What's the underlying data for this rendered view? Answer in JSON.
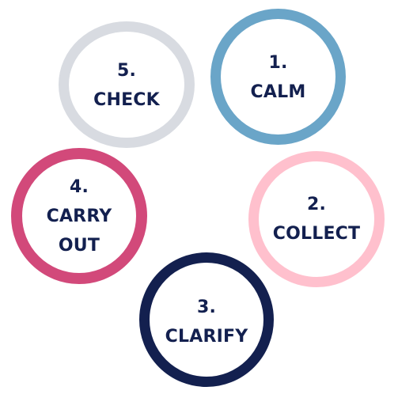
{
  "colors": {
    "text": "#13204f",
    "calm": "#6aa5c8",
    "collect": "#ffc0cd",
    "clarify": "#13204f",
    "carry_out": "#d2497a",
    "check": "#d8dbe1"
  },
  "steps": [
    {
      "number": "1.",
      "lines": [
        "CALM"
      ],
      "color_key": "calm"
    },
    {
      "number": "2.",
      "lines": [
        "COLLECT"
      ],
      "color_key": "collect"
    },
    {
      "number": "3.",
      "lines": [
        "CLARIFY"
      ],
      "color_key": "clarify"
    },
    {
      "number": "4.",
      "lines": [
        "CARRY",
        "OUT"
      ],
      "color_key": "carry_out"
    },
    {
      "number": "5.",
      "lines": [
        "CHECK"
      ],
      "color_key": "check"
    }
  ]
}
